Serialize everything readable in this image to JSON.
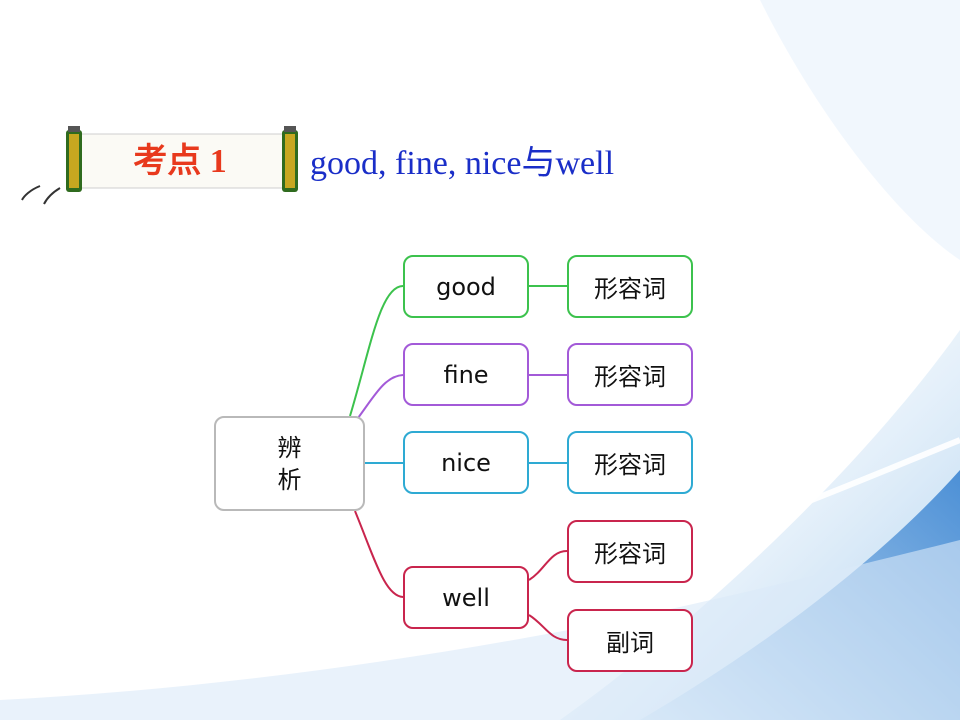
{
  "title_badge": "考点 1",
  "heading": "good, fine, nice与well",
  "diagram": {
    "root": {
      "line1": "辨",
      "line2": "析"
    },
    "branches": [
      {
        "word": "good",
        "labels": [
          "形容词"
        ],
        "color": "#3cc24d"
      },
      {
        "word": "fine",
        "labels": [
          "形容词"
        ],
        "color": "#a35ad8"
      },
      {
        "word": "nice",
        "labels": [
          "形容词"
        ],
        "color": "#2eaad3"
      },
      {
        "word": "well",
        "labels": [
          "形容词",
          "副词"
        ],
        "color": "#c9254d"
      }
    ]
  }
}
